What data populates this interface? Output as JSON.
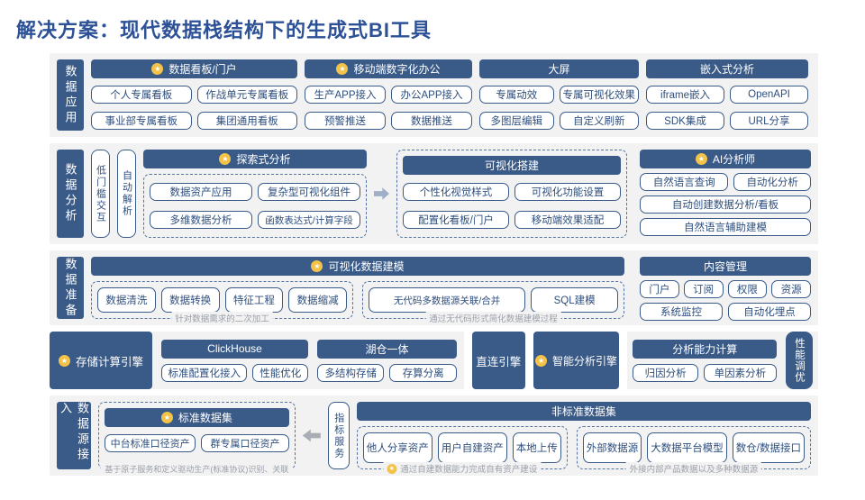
{
  "title": "解决方案：现代数据栈结构下的生成式BI工具",
  "colors": {
    "primary_blue": "#3A5B88",
    "navy_text": "#2D4E7E",
    "title_blue": "#2C5197",
    "band_bg": "#F2F2F3",
    "accent_yellow": "#F2C249",
    "caption_gray": "#9BA0A8",
    "arrow_gray": "#A9AEB5"
  },
  "icons": {
    "star": "★"
  },
  "app": {
    "label": "数据应用",
    "s1": {
      "header": "数据看板/门户",
      "items": [
        "个人专属看板",
        "作战单元专属看板",
        "事业部专属看板",
        "集团通用看板"
      ]
    },
    "s2": {
      "header": "移动端数字化办公",
      "items": [
        "生产APP接入",
        "办公APP接入",
        "预警推送",
        "数据推送"
      ]
    },
    "s3": {
      "header": "大屏",
      "items": [
        "专属动效",
        "专属可视化效果",
        "多图层编辑",
        "自定义刷新"
      ]
    },
    "s4": {
      "header": "嵌入式分析",
      "items": [
        "iframe嵌入",
        "OpenAPI",
        "SDK集成",
        "URL分享"
      ]
    }
  },
  "analysis": {
    "label": "数据分析",
    "pill1": "低门槛交互",
    "pill2": "自动解析",
    "explore": {
      "header": "探索式分析",
      "items": [
        "数据资产应用",
        "复杂型可视化组件",
        "多维数据分析",
        "函数表达式/计算字段"
      ]
    },
    "build": {
      "header": "可视化搭建",
      "items": [
        "个性化视觉样式",
        "可视化功能设置",
        "配置化看板/门户",
        "移动端效果适配"
      ]
    },
    "ai": {
      "header": "AI分析师",
      "items": [
        "自然语言查询",
        "自动化分析",
        "自动创建数据分析/看板",
        "自然语言辅助建模"
      ]
    }
  },
  "prep": {
    "label": "数据准备",
    "header": "可视化数据建模",
    "box1": {
      "items": [
        "数据清洗",
        "数据转换",
        "特征工程",
        "数据缩减"
      ],
      "caption": "针对数据需求的二次加工"
    },
    "box2": {
      "items": [
        "无代码多数据源关联/合并",
        "SQL建模"
      ],
      "caption": "通过无代码形式简化数据建模过程"
    },
    "content": {
      "header": "内容管理",
      "items": [
        "门户",
        "订阅",
        "权限",
        "资源",
        "系统监控",
        "自动化埋点"
      ]
    }
  },
  "engine": {
    "storage": "存储计算引擎",
    "clickhouse": {
      "header": "ClickHouse",
      "items": [
        "标准配置化接入",
        "性能优化"
      ]
    },
    "lakehouse": {
      "header": "湖仓一体",
      "items": [
        "多结构存储",
        "存算分离"
      ]
    },
    "direct": "直连引擎",
    "smart": "智能分析引擎",
    "calc": {
      "header": "分析能力计算",
      "items": [
        "归因分析",
        "单因素分析"
      ]
    },
    "tuning": "性能调优"
  },
  "source": {
    "label": "数据源接入",
    "standard": {
      "header": "标准数据集",
      "items": [
        "中台标准口径资产",
        "群专属口径资产"
      ],
      "caption": "基于原子服务和定义驱动生产(标准协议)识别、关联"
    },
    "metric": "指标服务",
    "nonstandard_header": "非标准数据集",
    "box1": {
      "items": [
        "他人分享资产",
        "用户自建资产",
        "本地上传"
      ],
      "caption": "通过自建数据能力完成自有资产建设"
    },
    "box2": {
      "items": [
        "外部数据源",
        "大数据平台模型",
        "数仓/数据接口"
      ],
      "caption": "外接内部产品数据以及多种数据源"
    }
  }
}
